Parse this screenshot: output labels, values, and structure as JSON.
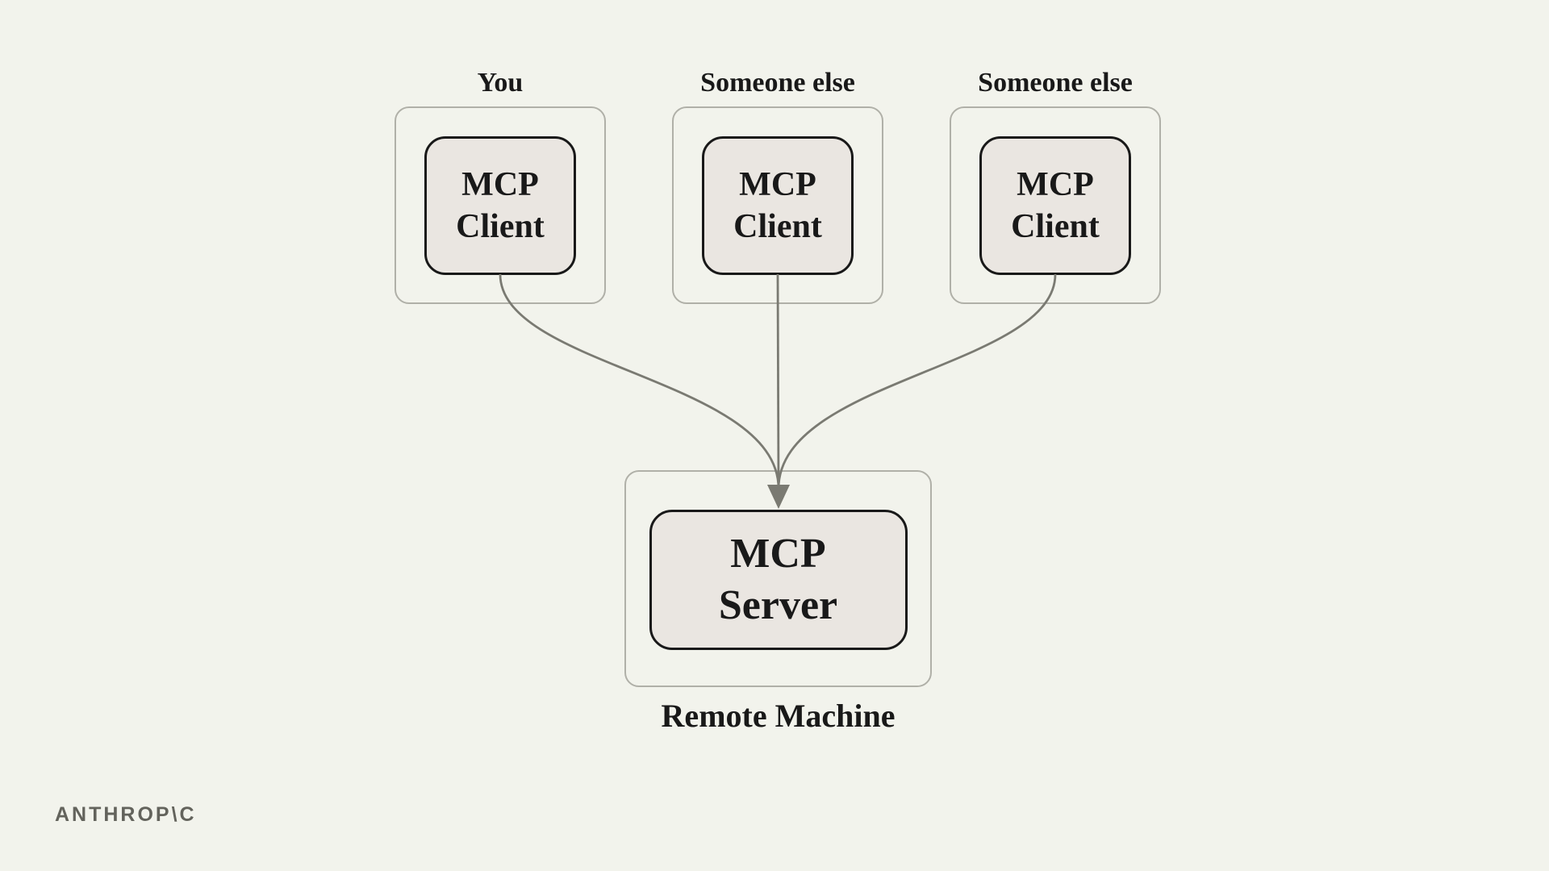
{
  "diagram": {
    "colors": {
      "background": "#f2f3ec",
      "box_fill": "#eae6e1",
      "box_border": "#191919",
      "container_border": "#b0b0a8",
      "arrow": "#7a7a72",
      "text": "#191919",
      "logo": "#63635c"
    },
    "clients": [
      {
        "owner": "You",
        "label": "MCP\nClient"
      },
      {
        "owner": "Someone else",
        "label": "MCP\nClient"
      },
      {
        "owner": "Someone else",
        "label": "MCP\nClient"
      }
    ],
    "server": {
      "label": "MCP\nServer",
      "machine": "Remote Machine"
    }
  },
  "footer": {
    "logo": "ANTHROP\\C"
  }
}
